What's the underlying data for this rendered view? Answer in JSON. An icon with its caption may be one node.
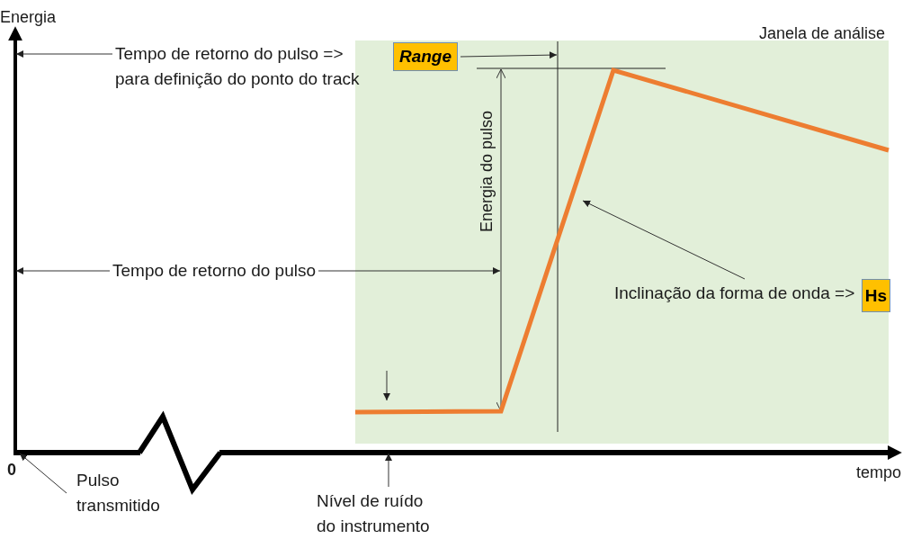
{
  "diagram": {
    "nodes": [
      {
        "text": [
          "Janela de análise"
        ]
      },
      {
        "text": [
          "Tempo de retorno do pulso =>",
          "para definição do ponto do track"
        ]
      },
      {
        "text": [
          "Range"
        ],
        "in": 0
      },
      {
        "text": [
          "Tempo de retorno do pulso"
        ]
      },
      {
        "text": [
          "Inclinação da forma de onda =>"
        ],
        "in": 0
      },
      {
        "text": [
          "Hs"
        ],
        "in": 0
      },
      {
        "text": [
          "Pulso transmitido"
        ]
      },
      {
        "text": [
          "Nível de ruído do instrumento"
        ]
      },
      {
        "text": [],
        "shape": "line"
      },
      {
        "text": [],
        "shape": "line"
      }
    ],
    "edges": [
      {
        "from": 1,
        "to": 9,
        "arrow": "to"
      },
      {
        "from": 2,
        "to": null,
        "arrow": "to"
      },
      {
        "from": 3,
        "to": 9,
        "arrow": "to"
      },
      {
        "from": 3,
        "to": null,
        "arrow": "to"
      },
      {
        "from": 4,
        "to": null,
        "arrow": "to"
      },
      {
        "from": 6,
        "to": 8,
        "arrow": "to"
      },
      {
        "from": 7,
        "to": 8,
        "arrow": "to"
      }
    ],
    "labels": [
      "Energia",
      "Energia do pulso",
      "0",
      "tempo"
    ]
  }
}
